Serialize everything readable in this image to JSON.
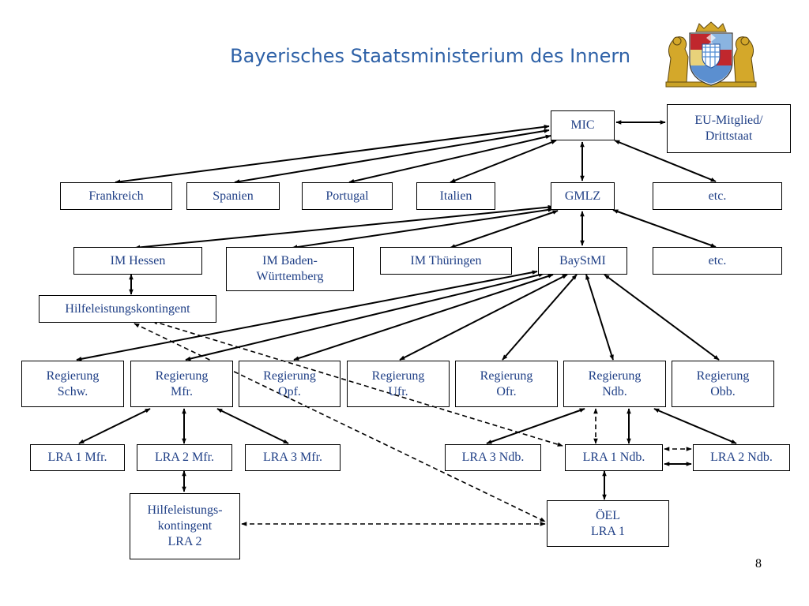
{
  "header": {
    "title": "Bayerisches Staatsministerium des Innern"
  },
  "crest": {
    "icon": "bavarian-coat-of-arms-icon"
  },
  "colors": {
    "title_blue": "#2E61A7",
    "box_text": "#1f3f86",
    "line": "#000000"
  },
  "nodes": {
    "mic": "MIC",
    "eu": "EU-Mitglied/\nDrittstaat",
    "frankreich": "Frankreich",
    "spanien": "Spanien",
    "portugal": "Portugal",
    "italien": "Italien",
    "gmlz": "GMLZ",
    "etc1": "etc.",
    "im_hessen": "IM Hessen",
    "im_bw": "IM Baden-\nWürttemberg",
    "im_th": "IM Thüringen",
    "baystmi": "BayStMI",
    "etc2": "etc.",
    "hilfe": "Hilfeleistungskontingent",
    "reg_schw": "Regierung\nSchw.",
    "reg_mfr": "Regierung\nMfr.",
    "reg_opf": "Regierung\nOpf.",
    "reg_ufr": "Regierung\nUfr.",
    "reg_ofr": "Regierung\nOfr.",
    "reg_ndb": "Regierung\nNdb.",
    "reg_obb": "Regierung\nObb.",
    "lra1mfr": "LRA 1 Mfr.",
    "lra2mfr": "LRA 2 Mfr.",
    "lra3mfr": "LRA 3 Mfr.",
    "lra3ndb": "LRA 3 Ndb.",
    "lra1ndb": "LRA 1 Ndb.",
    "lra2ndb": "LRA 2 Ndb.",
    "hilfe_lra2": "Hilfeleistungs-\nkontingent\nLRA 2",
    "oel": "ÖEL\nLRA 1"
  },
  "footer": {
    "page_number": "8"
  }
}
